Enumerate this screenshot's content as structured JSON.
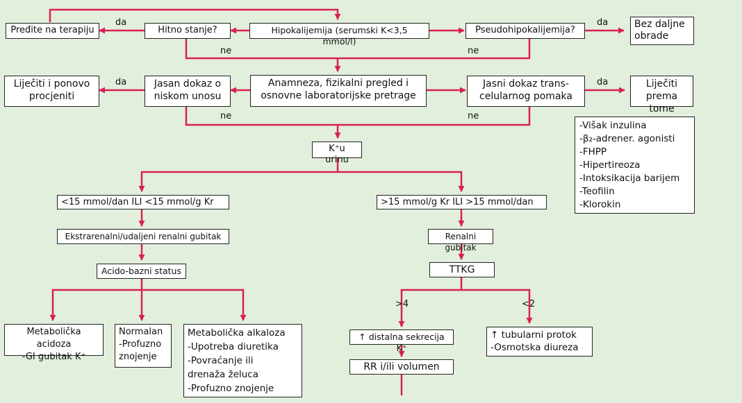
{
  "nodes": {
    "hypokalemia": "Hipokalijemija (serumski K<3,5 mmol/l)",
    "urgent": "Hitno stanje?",
    "go_therapy": "Pređite na terapiju",
    "pseudo": "Pseudohipokalijemija?",
    "no_workup": "Bez daljne\nobrade",
    "history": "Anamneza, fizikalni pregled i\nosnovne laboratorijske pretrage",
    "low_intake": "Jasan dokaz o\nniskom unosu",
    "treat_reassess": "Liječiti i ponovo\nprocjeniti",
    "transcellular": "Jasni dokaz trans-\ncelularnog pomaka",
    "treat_accordingly": "Liječiti\nprema tome",
    "causes_list": "-Višak inzulina\n-β₂-adrener. agonisti\n-FHPP\n-Hipertireoza\n-Intoksikacija barijem\n-Teofilin\n-Klorokin",
    "urine_k": "K⁺u urinu",
    "low_urine": "<15 mmol/dan ILI <15 mmol/g Kr",
    "high_urine": ">15 mmol/g Kr ILI >15 mmol/dan",
    "extrarenal": "Ekstrarenalni/udaljeni renalni gubitak",
    "renal": "Renalni gubitak",
    "acid_base": "Acido-bazni status",
    "ttkg": "TTKG",
    "met_acidosis": "Metabolička acidoza\n-GI gubitak K⁺",
    "normal": "Normalan\n-Profuzno\n znojenje",
    "met_alkalosis": "Metabolička alkaloza\n-Upotreba diuretika\n-Povraćanje ili\n   drenaža želuca\n-Profuzno znojenje",
    "distal_secretion": "↑ distalna sekrecija K⁺",
    "tubular_flow": "↑ tubularni protok\n-Osmotska diureza",
    "bp_volume": "RR i/ili volumen"
  },
  "labels": {
    "yes": "da",
    "no": "ne",
    "gt4": ">4",
    "lt2": "<2"
  },
  "colors": {
    "arrow": "#d9204f",
    "background": "#e2efdc"
  }
}
